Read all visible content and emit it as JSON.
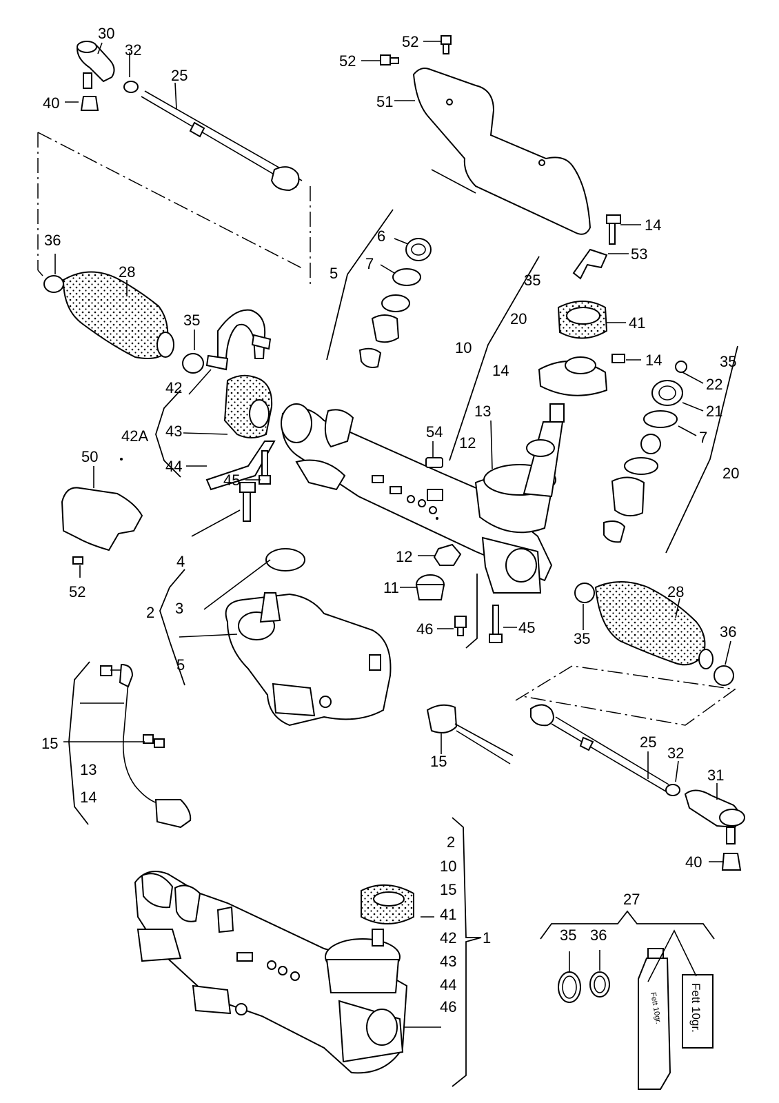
{
  "callouts": [
    {
      "text": "30"
    },
    {
      "text": "32"
    },
    {
      "text": "25"
    },
    {
      "text": "40"
    },
    {
      "text": "52"
    },
    {
      "text": "52"
    },
    {
      "text": "51"
    },
    {
      "text": "14"
    },
    {
      "text": "53"
    },
    {
      "text": "36"
    },
    {
      "text": "28"
    },
    {
      "text": "6"
    },
    {
      "text": "7"
    },
    {
      "text": "5"
    },
    {
      "text": "35"
    },
    {
      "text": "20"
    },
    {
      "text": "10"
    },
    {
      "text": "14"
    },
    {
      "text": "41"
    },
    {
      "text": "14"
    },
    {
      "text": "35"
    },
    {
      "text": "22"
    },
    {
      "text": "21"
    },
    {
      "text": "7"
    },
    {
      "text": "20"
    },
    {
      "text": "35"
    },
    {
      "text": "42"
    },
    {
      "text": "42A"
    },
    {
      "text": "43"
    },
    {
      "text": "44"
    },
    {
      "text": "45"
    },
    {
      "text": "50"
    },
    {
      "text": "54"
    },
    {
      "text": "13"
    },
    {
      "text": "12"
    },
    {
      "text": "4"
    },
    {
      "text": "12"
    },
    {
      "text": "11"
    },
    {
      "text": "2"
    },
    {
      "text": "3"
    },
    {
      "text": "5"
    },
    {
      "text": "52"
    },
    {
      "text": "46"
    },
    {
      "text": "45"
    },
    {
      "text": "35"
    },
    {
      "text": "28"
    },
    {
      "text": "36"
    },
    {
      "text": "15"
    },
    {
      "text": "13"
    },
    {
      "text": "14"
    },
    {
      "text": "15"
    },
    {
      "text": "25"
    },
    {
      "text": "32"
    },
    {
      "text": "31"
    },
    {
      "text": "40"
    },
    {
      "text": "2"
    },
    {
      "text": "10"
    },
    {
      "text": "15"
    },
    {
      "text": "41"
    },
    {
      "text": "42"
    },
    {
      "text": "43"
    },
    {
      "text": "44"
    },
    {
      "text": "46"
    },
    {
      "text": "1"
    },
    {
      "text": "27"
    },
    {
      "text": "35"
    },
    {
      "text": "36"
    }
  ],
  "grease_box_label": "Fett 10gr.",
  "grease_tube_label": "Fett 10gr."
}
